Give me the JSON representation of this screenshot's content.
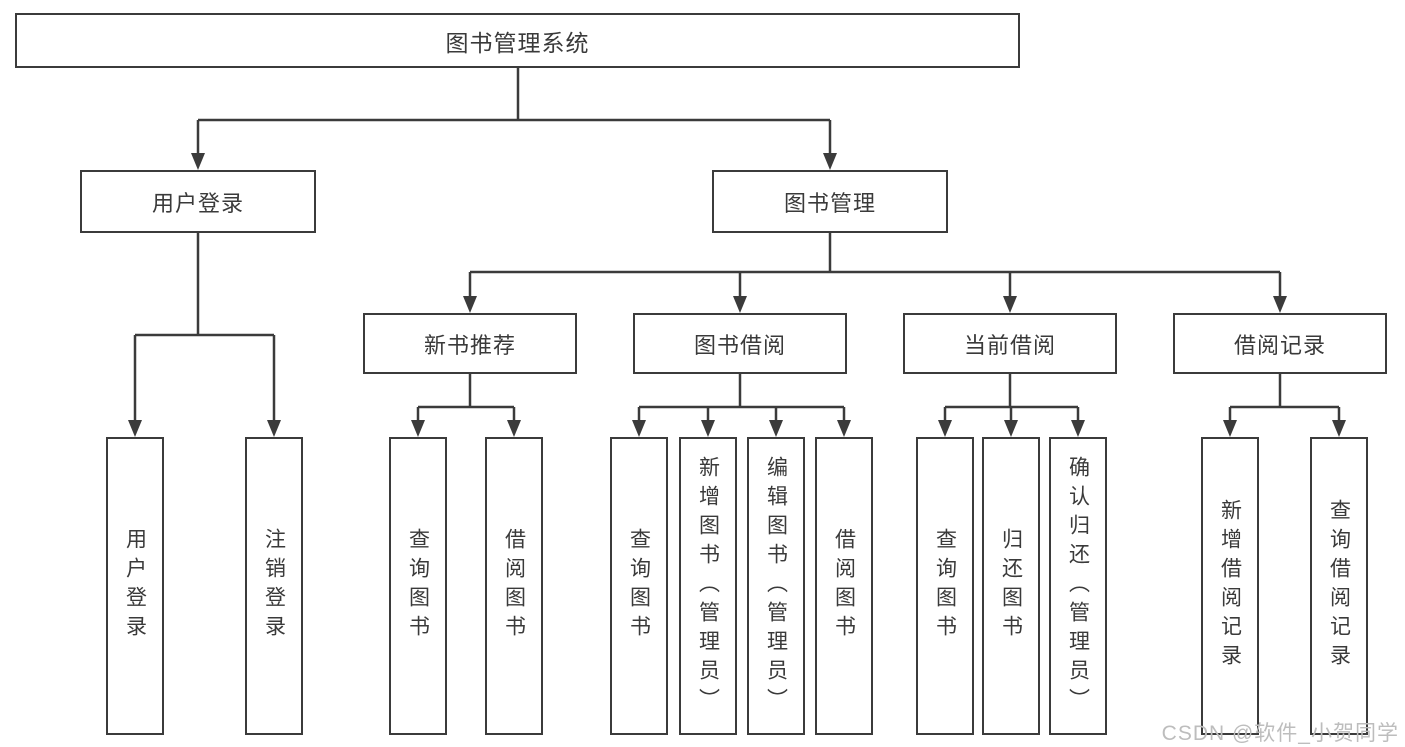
{
  "title": "图书管理系统",
  "colors": {
    "line": "#3b3b3b",
    "text": "#3a3a3a",
    "watermark": "#bdbdbd",
    "background": "#ffffff"
  },
  "watermark": {
    "text": "CSDN @软件_小贺同学"
  },
  "tree": {
    "label": "图书管理系统",
    "children": [
      {
        "label": "用户登录",
        "children": [
          {
            "label": "用户登录"
          },
          {
            "label": "注销登录"
          }
        ]
      },
      {
        "label": "图书管理",
        "children": [
          {
            "label": "新书推荐",
            "children": [
              {
                "label": "查询图书"
              },
              {
                "label": "借阅图书"
              }
            ]
          },
          {
            "label": "图书借阅",
            "children": [
              {
                "label": "查询图书"
              },
              {
                "label": "新增图书（管理员）"
              },
              {
                "label": "编辑图书（管理员）"
              },
              {
                "label": "借阅图书"
              }
            ]
          },
          {
            "label": "当前借阅",
            "children": [
              {
                "label": "查询图书"
              },
              {
                "label": "归还图书"
              },
              {
                "label": "确认归还（管理员）"
              }
            ]
          },
          {
            "label": "借阅记录",
            "children": [
              {
                "label": "新增借阅记录"
              },
              {
                "label": "查询借阅记录"
              }
            ]
          }
        ]
      }
    ]
  }
}
